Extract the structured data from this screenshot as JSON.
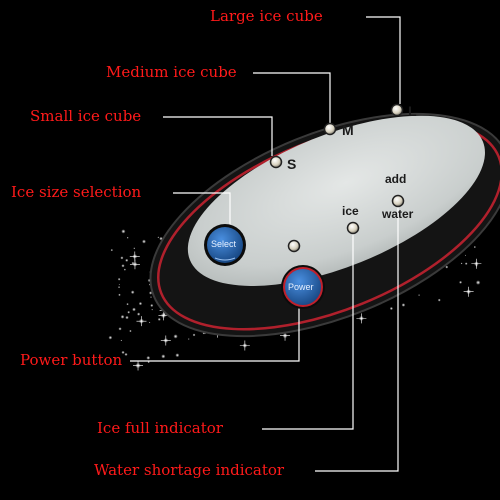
{
  "callouts": {
    "large_ice_cube": "Large ice cube",
    "medium_ice_cube": "Medium ice cube",
    "small_ice_cube": "Small ice cube",
    "ice_size_selection": "Ice size selection",
    "power_button": "Power button",
    "ice_full_indicator": "Ice full indicator",
    "water_shortage_indicator": "Water shortage indicator"
  },
  "panel": {
    "size_small": "S",
    "size_medium": "M",
    "size_large": "L",
    "ice_label": "ice",
    "add_water_line1": "add",
    "add_water_line2": "water",
    "select_button_label": "Select",
    "power_button_label": "Power"
  },
  "colors": {
    "background": "#000000",
    "callout_text": "#ff1a1a",
    "leader_lines": "#ffffff",
    "panel_face": "#cfd3d2",
    "panel_rim": "#b0202c",
    "button_blue": "#1f5fae"
  }
}
